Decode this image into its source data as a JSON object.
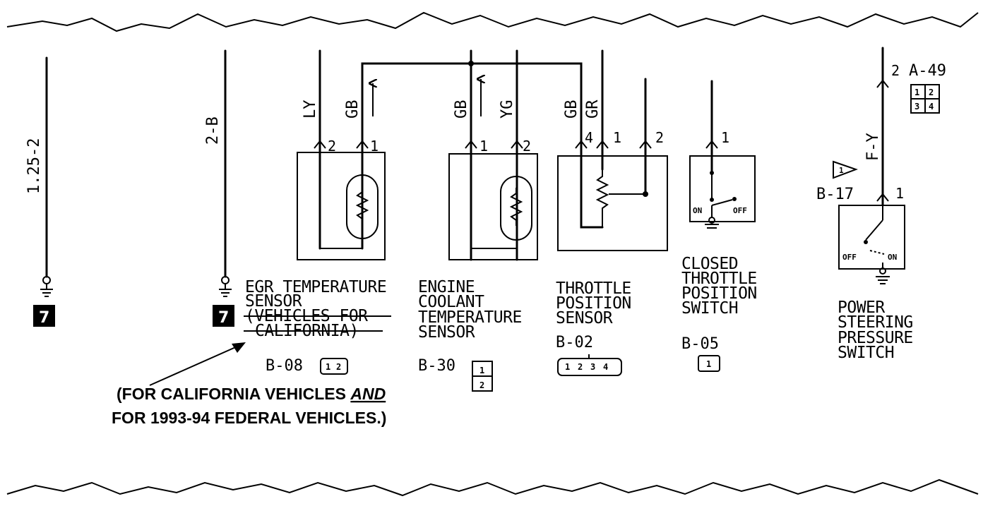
{
  "left_wires": [
    {
      "code": "1.25-2",
      "ground_badge": "7"
    },
    {
      "code": "2-B",
      "ground_badge": "7"
    }
  ],
  "egr_sensor": {
    "wires": [
      "LY",
      "GB"
    ],
    "pins": [
      "2",
      "1"
    ],
    "title_lines": [
      "EGR TEMPERATURE",
      "SENSOR"
    ],
    "struck_lines": [
      "(VEHICLES FOR",
      "CALIFORNIA)"
    ],
    "connector": "B-08",
    "connector_pins": [
      "1",
      "2"
    ]
  },
  "coolant_sensor": {
    "wires": [
      "GB",
      "YG"
    ],
    "pins": [
      "1",
      "2"
    ],
    "title_lines": [
      "ENGINE",
      "COOLANT",
      "TEMPERATURE",
      "SENSOR"
    ],
    "connector": "B-30",
    "connector_pins": [
      "1",
      "2"
    ]
  },
  "throttle_sensor": {
    "wires": [
      "GB",
      "GR"
    ],
    "pins": [
      "4",
      "1",
      "2"
    ],
    "title_lines": [
      "THROTTLE",
      "POSITION",
      "SENSOR"
    ],
    "connector": "B-02",
    "connector_pins": [
      "1",
      "2",
      "3",
      "4"
    ]
  },
  "closed_throttle_switch": {
    "pin": "1",
    "on_label": "ON",
    "off_label": "OFF",
    "title_lines": [
      "CLOSED",
      "THROTTLE",
      "POSITION",
      "SWITCH"
    ],
    "connector": "B-05",
    "connector_pins": [
      "1"
    ]
  },
  "power_steering_switch": {
    "wire": "F-Y",
    "top_pin": "2",
    "top_connector": "A-49",
    "top_connector_pins": [
      "1",
      "2",
      "3",
      "4"
    ],
    "note_marker": "1",
    "connector": "B-17",
    "bottom_pin": "1",
    "off_label": "OFF",
    "on_label": "ON",
    "title_lines": [
      "POWER",
      "STEERING",
      "PRESSURE",
      "SWITCH"
    ]
  },
  "annotation": {
    "line1_before": "(FOR CALIFORNIA VEHICLES ",
    "line1_emph": "AND",
    "line2": "FOR 1993-94 FEDERAL VEHICLES.)"
  }
}
